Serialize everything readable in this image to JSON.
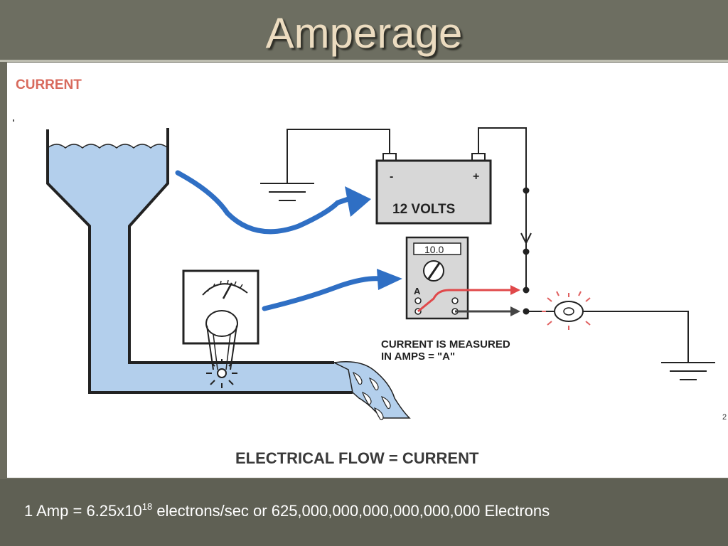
{
  "slide": {
    "title": "Amperage"
  },
  "diagram": {
    "heading": "CURRENT",
    "battery_label": "12 VOLTS",
    "battery_neg": "-",
    "battery_pos": "+",
    "meter_display": "10.0",
    "meter_terminal": "A",
    "note_line1": "CURRENT IS MEASURED",
    "note_line2": "IN AMPS = \"A\"",
    "caption": "ELECTRICAL FLOW = CURRENT",
    "page_mark": "2"
  },
  "footer": {
    "prefix": "1 Amp = 6.25x10",
    "exponent": "18",
    "suffix": " electrons/sec or 625,000,000,000,000,000,000 Electrons"
  },
  "colors": {
    "water": "#b3cfec",
    "arrow_blue": "#2f6fc4",
    "red_lead": "#e0484a",
    "red_glow": "#e06060"
  }
}
